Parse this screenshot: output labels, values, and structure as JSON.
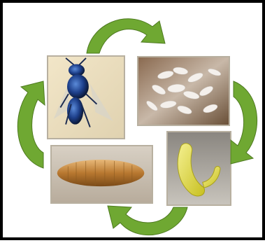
{
  "diagram": {
    "type": "life-cycle",
    "stages": [
      {
        "id": "adult",
        "icon": "adult-wasp-photo"
      },
      {
        "id": "eggs",
        "icon": "eggs-photo"
      },
      {
        "id": "larva",
        "icon": "larva-photo"
      },
      {
        "id": "pupa",
        "icon": "pupa-photo"
      }
    ],
    "arrow_color": "#6fa832",
    "border_color": "#000000"
  }
}
